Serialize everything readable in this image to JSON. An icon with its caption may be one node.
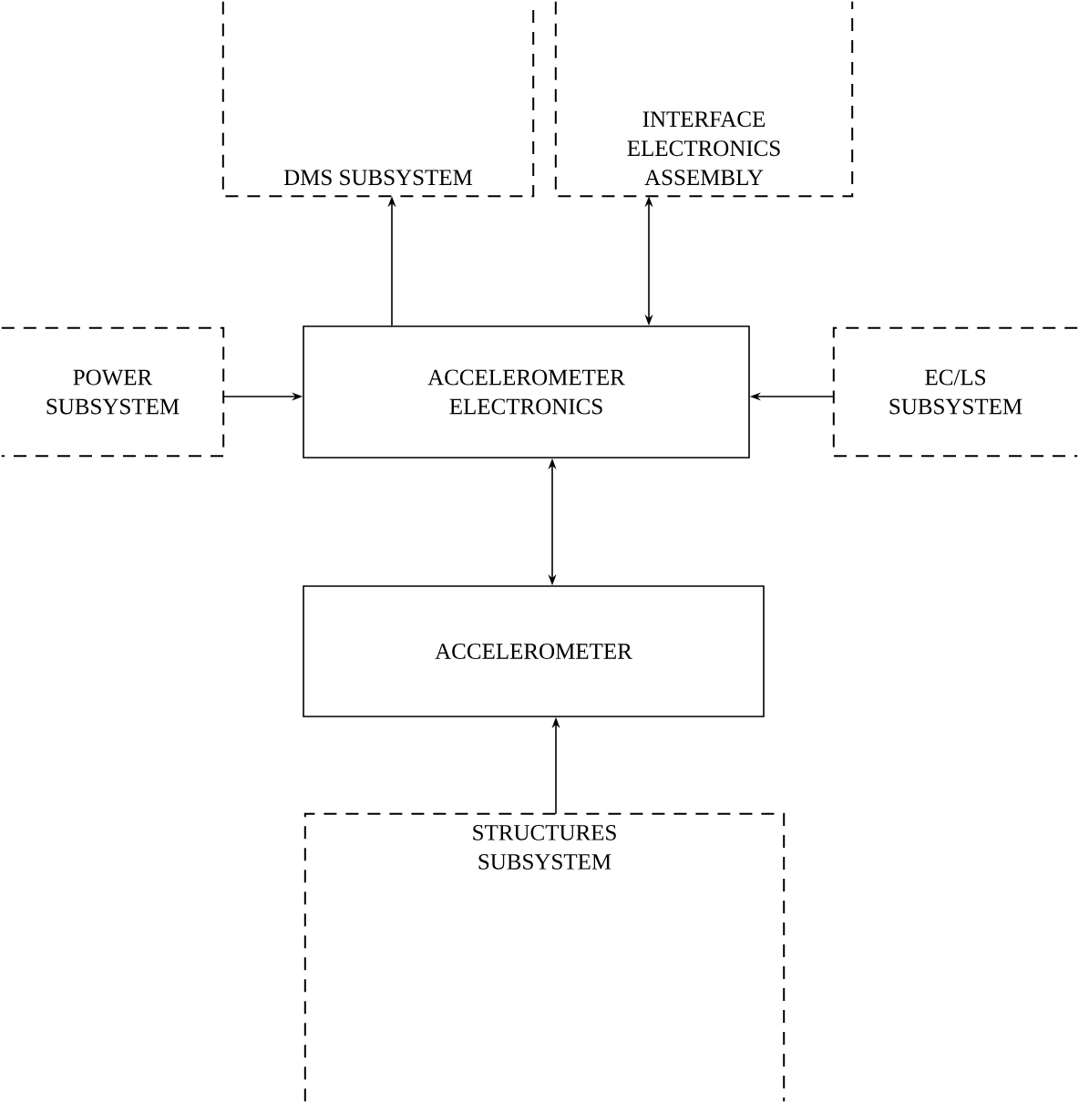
{
  "diagram": {
    "nodes": [
      {
        "text": [
          "DMS SUBSYSTEM"
        ]
      },
      {
        "text": [
          "INTERFACE ELECTRONICS ASSEMBLY"
        ]
      },
      {
        "text": [
          "POWER SUBSYSTEM"
        ]
      },
      {
        "text": [
          "ACCELEROMETER ELECTRONICS"
        ]
      },
      {
        "text": [
          "EC/LS SUBSYSTEM"
        ]
      },
      {
        "text": [
          "ACCELEROMETER"
        ]
      },
      {
        "text": [
          "STRUCTURES SUBSYSTEM"
        ]
      }
    ],
    "edges": [
      {
        "from": 3,
        "to": 0,
        "arrow": "to"
      },
      {
        "from": 3,
        "to": 1,
        "arrow": "both"
      },
      {
        "from": 2,
        "to": 3,
        "arrow": "to"
      },
      {
        "from": 4,
        "to": 3,
        "arrow": "to"
      },
      {
        "from": 3,
        "to": 5,
        "arrow": "both"
      },
      {
        "from": 6,
        "to": 5,
        "arrow": "to"
      }
    ]
  }
}
